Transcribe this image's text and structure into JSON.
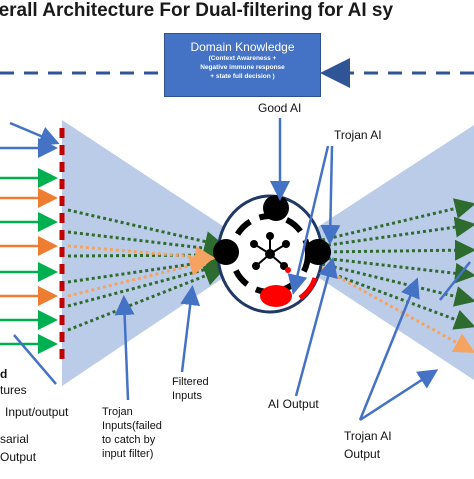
{
  "title": "verall Architecture  For Dual-filtering for AI sy",
  "domain_box": {
    "title": "Domain Knowledge",
    "lines": [
      "(Context Awareness +",
      "Negative immune response",
      "+ state full decision )"
    ]
  },
  "labels": {
    "good_ai": "Good AI",
    "trojan_ai": "Trojan AI",
    "features": "tures",
    "d": "d",
    "input_output": "Input/output",
    "sarial": "sarial",
    "output_left": "Output",
    "trojan_inputs_1": "Trojan",
    "trojan_inputs_2": "Inputs(failed",
    "trojan_inputs_3": "to catch by",
    "trojan_inputs_4": "input filter)",
    "filtered_1": "Filtered",
    "filtered_2": "Inputs",
    "ai_output": "AI  Output",
    "trojan_ai_output_1": "Trojan AI",
    "trojan_ai_output_2": "Output"
  },
  "colors": {
    "funnel": "#b4c7e7",
    "blue_arrow": "#4472c4",
    "green": "#00b050",
    "orange": "#ed7d31",
    "dark_green_dotted": "#2e6b2e",
    "orange_dotted": "#f4a460",
    "filter_red": "#c00000",
    "trojan_red": "#ff0000"
  }
}
